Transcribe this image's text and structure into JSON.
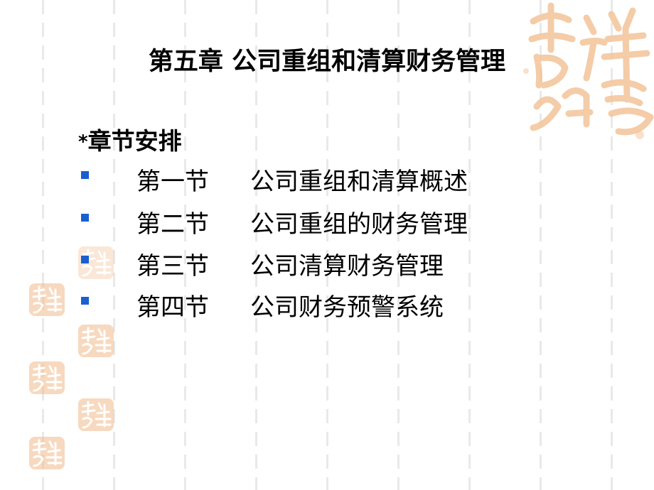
{
  "slide": {
    "title": "第五章  公司重组和清算财务管理",
    "section_star": "*",
    "section_heading": "章节安排",
    "items": [
      {
        "number": "第一节",
        "name": "公司重组和清算概述"
      },
      {
        "number": "第二节",
        "name": "公司重组的财务管理"
      },
      {
        "number": "第三节",
        "name": "公司清算财务管理"
      },
      {
        "number": "第四节",
        "name": "公司财务预警系统"
      }
    ],
    "colors": {
      "bullet": "#1a5fd0",
      "decoration": "#f3c49a",
      "stamp_fill": "#f1b98b"
    }
  }
}
